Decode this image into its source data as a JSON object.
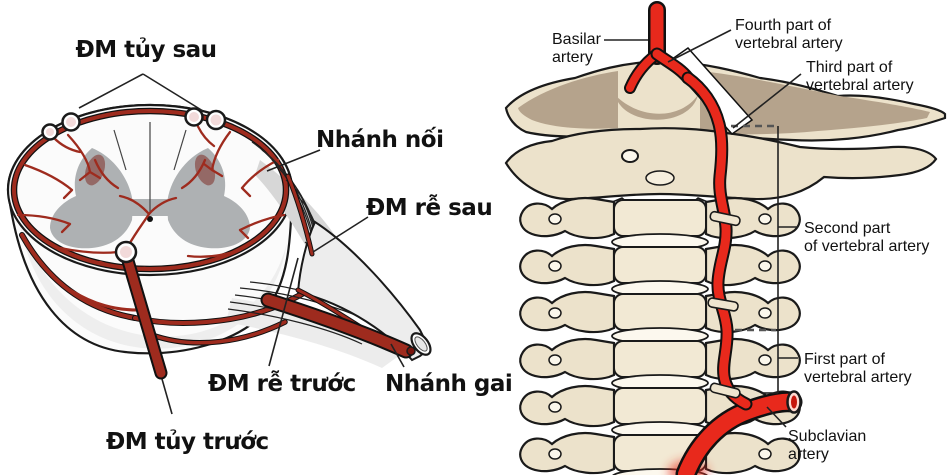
{
  "left_figure": {
    "labels": {
      "posterior_spinal_artery": "ĐM tủy sau",
      "communicating_branch": "Nhánh nối",
      "posterior_radicular_artery": "ĐM rễ sau",
      "anterior_radicular_artery": "ĐM rễ trước",
      "spinal_branch": "Nhánh gai",
      "anterior_spinal_artery": "ĐM tủy trước"
    },
    "colors": {
      "artery_dark_red": "#9e2b1e",
      "gray_matter": "#aeb1b3",
      "outline": "#1a1a1a"
    }
  },
  "right_figure": {
    "labels": {
      "basilar": [
        "Basilar",
        "artery"
      ],
      "fourth_part": [
        "Fourth part of",
        "vertebral artery"
      ],
      "third_part": [
        "Third part of",
        "vertebral artery"
      ],
      "second_part": [
        "Second part",
        "of vertebral artery"
      ],
      "first_part": [
        "First part of",
        "vertebral artery"
      ],
      "subclavian": [
        "Subclavian",
        "artery"
      ]
    },
    "colors": {
      "artery_bright_red": "#e8291c",
      "bone_cream": "#ece2cb",
      "skull_taupe": "#b5a38c"
    }
  },
  "page": {
    "background": "#ffffff",
    "label_color": "#111111"
  }
}
